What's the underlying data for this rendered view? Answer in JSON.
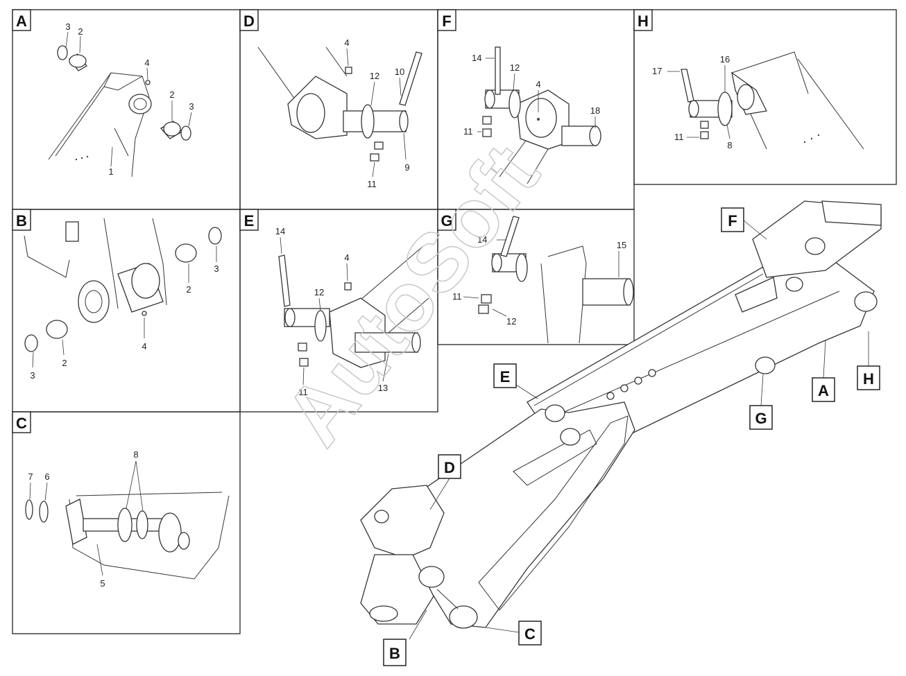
{
  "panels": [
    {
      "tag": "A",
      "labels": [
        "3",
        "2",
        "4",
        "2",
        "3",
        "1"
      ]
    },
    {
      "tag": "B",
      "labels": [
        "3",
        "2",
        "4",
        "2",
        "3"
      ]
    },
    {
      "tag": "C",
      "labels": [
        "7",
        "6",
        "8",
        "5"
      ]
    },
    {
      "tag": "D",
      "labels": [
        "4",
        "12",
        "10",
        "9",
        "11"
      ]
    },
    {
      "tag": "E",
      "labels": [
        "14",
        "4",
        "12",
        "11",
        "13"
      ]
    },
    {
      "tag": "F",
      "labels": [
        "14",
        "12",
        "4",
        "11",
        "18"
      ]
    },
    {
      "tag": "G",
      "labels": [
        "14",
        "15",
        "11",
        "12"
      ]
    },
    {
      "tag": "H",
      "labels": [
        "17",
        "16",
        "11",
        "8"
      ]
    }
  ],
  "callouts": [
    "F",
    "E",
    "A",
    "H",
    "G",
    "D",
    "B",
    "C"
  ],
  "watermark": "AutoSoft"
}
